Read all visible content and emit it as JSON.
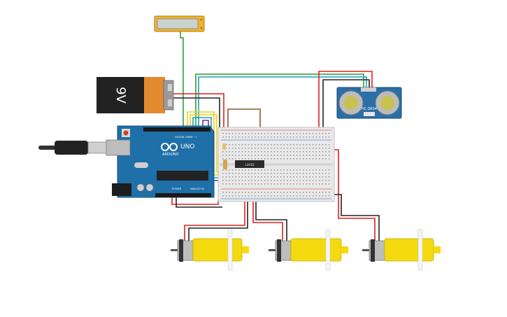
{
  "battery": {
    "label": "9V"
  },
  "arduino": {
    "brand": "ARDUINO",
    "model": "UNO",
    "digital_label": "DIGITAL (PWM ~)",
    "power_label": "POWER",
    "analog_label": "ANALOG IN"
  },
  "sensor": {
    "label": "HC-SR04"
  },
  "driver": {
    "label": "L293D"
  },
  "colors": {
    "board": "#1f6fa8",
    "battery_body": "#222222",
    "battery_label": "#e38a2f",
    "motor": "#f4d90f",
    "sensor_board": "#2a6fa8",
    "wire_red": "#e0201c",
    "wire_black": "#222222",
    "wire_green": "#2f9e3a",
    "wire_cyan": "#1fa2b8",
    "wire_yellow": "#e7d21b",
    "wire_brown": "#8a5a2b",
    "wire_purple": "#6a2fa8"
  }
}
